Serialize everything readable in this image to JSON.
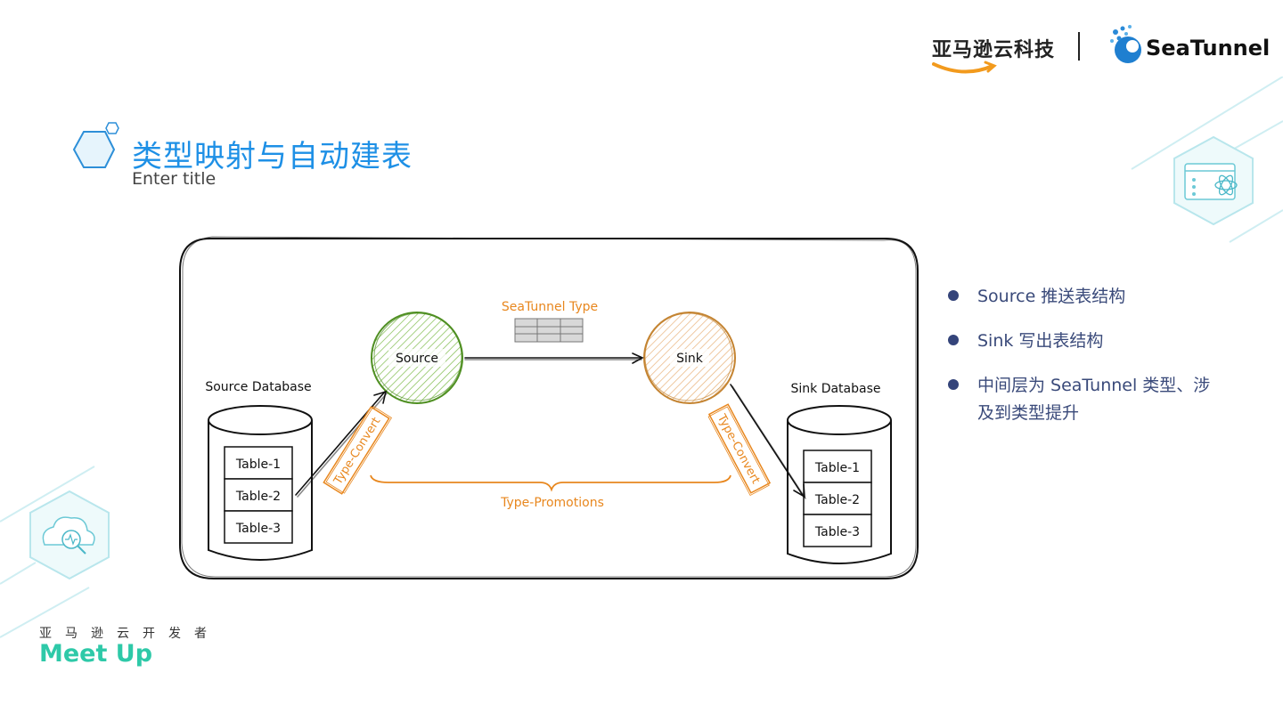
{
  "header": {
    "logo_text": "亚马逊云科技",
    "brand_text": "SeaTunnel"
  },
  "slide": {
    "title": "类型映射与自动建表",
    "subtitle": "Enter title"
  },
  "diagram": {
    "source_db_label": "Source Database",
    "sink_db_label": "Sink Database",
    "source_tables": [
      "Table-1",
      "Table-2",
      "Table-3"
    ],
    "sink_tables": [
      "Table-1",
      "Table-2",
      "Table-3"
    ],
    "source_node": "Source",
    "sink_node": "Sink",
    "seatunnel_type_label": "SeaTunnel Type",
    "type_convert_left": "Type-Convert",
    "type_convert_right": "Type-Convert",
    "type_promotions": "Type-Promotions"
  },
  "bullets": [
    "Source 推送表结构",
    "Sink 写出表结构",
    "中间层为 SeaTunnel 类型、涉及到类型提升"
  ],
  "footer": {
    "org_text": "亚马逊云开发者",
    "event_text": "Meet Up"
  },
  "colors": {
    "title": "#1e90e6",
    "source_node": "#5a9a2a",
    "sink_node": "#d49a4a",
    "annotation": "#e8871e",
    "bullet_text": "#3a4a7a",
    "meetup": "#2ec9a8"
  }
}
